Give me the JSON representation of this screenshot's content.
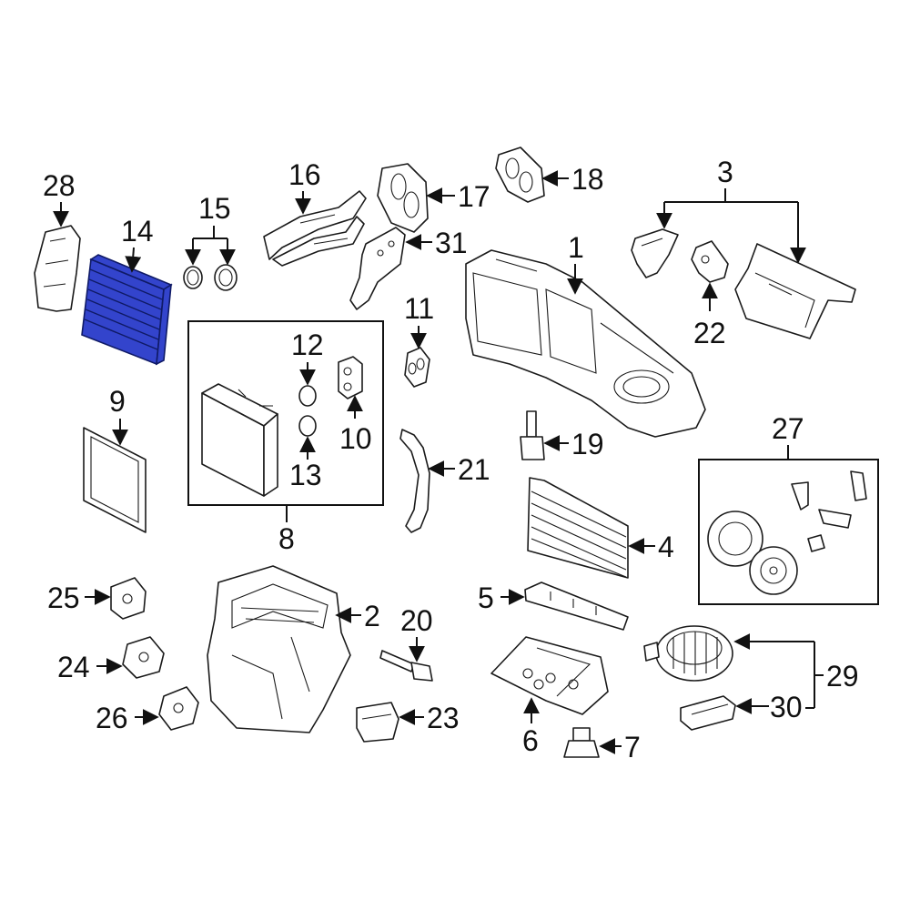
{
  "highlight_color": "#3344cc",
  "labels": {
    "p1": "1",
    "p2": "2",
    "p3": "3",
    "p4": "4",
    "p5": "5",
    "p6": "6",
    "p7": "7",
    "p8": "8",
    "p9": "9",
    "p10": "10",
    "p11": "11",
    "p12": "12",
    "p13": "13",
    "p14": "14",
    "p15": "15",
    "p16": "16",
    "p17": "17",
    "p18": "18",
    "p19": "19",
    "p20": "20",
    "p21": "21",
    "p22": "22",
    "p23": "23",
    "p24": "24",
    "p25": "25",
    "p26": "26",
    "p27": "27",
    "p28": "28",
    "p29": "29",
    "p30": "30",
    "p31": "31"
  },
  "highlighted_part": "14"
}
